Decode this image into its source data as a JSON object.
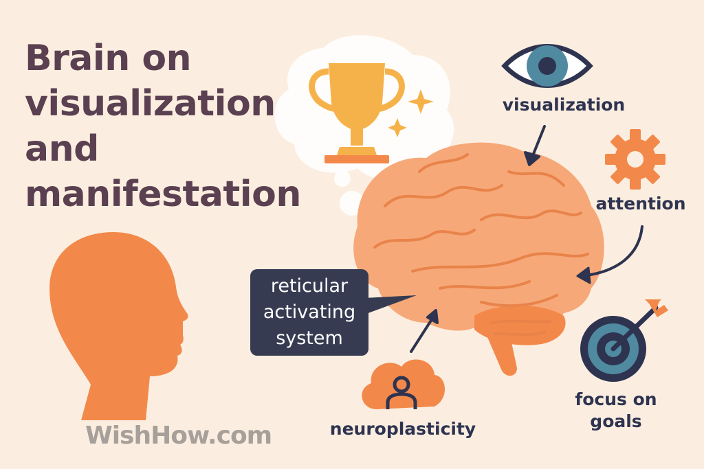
{
  "title": {
    "line1": "Brain on",
    "line2": "visualization",
    "line3": "and",
    "line4": "manifestation"
  },
  "labels": {
    "visualization": "visualization",
    "attention": "attention",
    "reticular_line1": "reticular",
    "reticular_line2": "activating",
    "reticular_line3": "system",
    "neuroplasticity": "neuroplasticity",
    "focus_line1": "focus on",
    "focus_line2": "goals"
  },
  "watermark": "WishHow.com",
  "icons": [
    "trophy-icon",
    "sparkle-icon",
    "eye-icon",
    "gear-icon",
    "target-icon",
    "person-icon",
    "head-silhouette-icon",
    "brain-icon"
  ],
  "colors": {
    "background": "#fbeee0",
    "title": "#5a4050",
    "label": "#2e3350",
    "orange": "#f2894a",
    "brain": "#f7a878",
    "teal": "#4f8aa0",
    "gold": "#f6b24a"
  }
}
